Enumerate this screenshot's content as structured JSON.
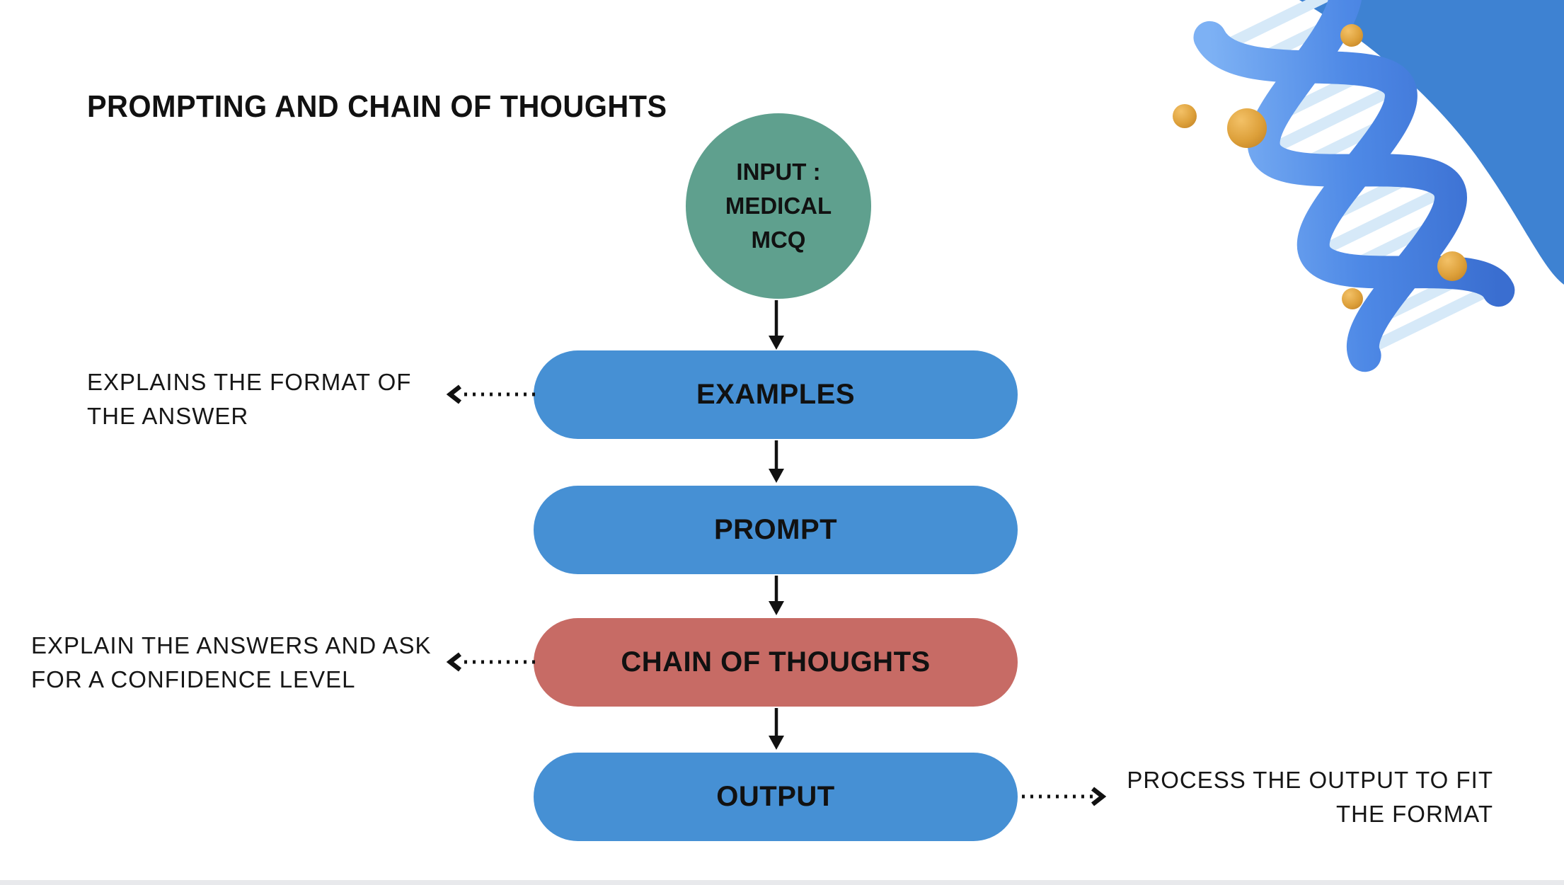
{
  "title": "PROMPTING AND CHAIN OF THOUGHTS",
  "flow": {
    "input_label": "INPUT :\nMEDICAL\nMCQ",
    "steps": [
      {
        "label": "EXAMPLES",
        "color": "#4690d4"
      },
      {
        "label": "PROMPT",
        "color": "#4690d4"
      },
      {
        "label": "CHAIN OF THOUGHTS",
        "color": "#c76b65"
      },
      {
        "label": "OUTPUT",
        "color": "#4690d4"
      }
    ]
  },
  "annotations": {
    "examples_note": "EXPLAINS THE FORMAT OF\nTHE ANSWER",
    "cot_note": "EXPLAIN THE ANSWERS AND ASK\nFOR A CONFIDENCE LEVEL",
    "output_note": "PROCESS THE OUTPUT TO FIT\nTHE FORMAT"
  },
  "colors": {
    "step_blue": "#4690d4",
    "step_red": "#c76b65",
    "input_green": "#5fa08e",
    "corner_blob_blue": "#3e82d2",
    "helix_strand_blue": "#4e89e6",
    "helix_rung_blue": "#d6e9f8",
    "sphere_orange": "#dda03a",
    "arrow_black": "#111111",
    "bottom_strip_gray": "#e8e9ec"
  }
}
